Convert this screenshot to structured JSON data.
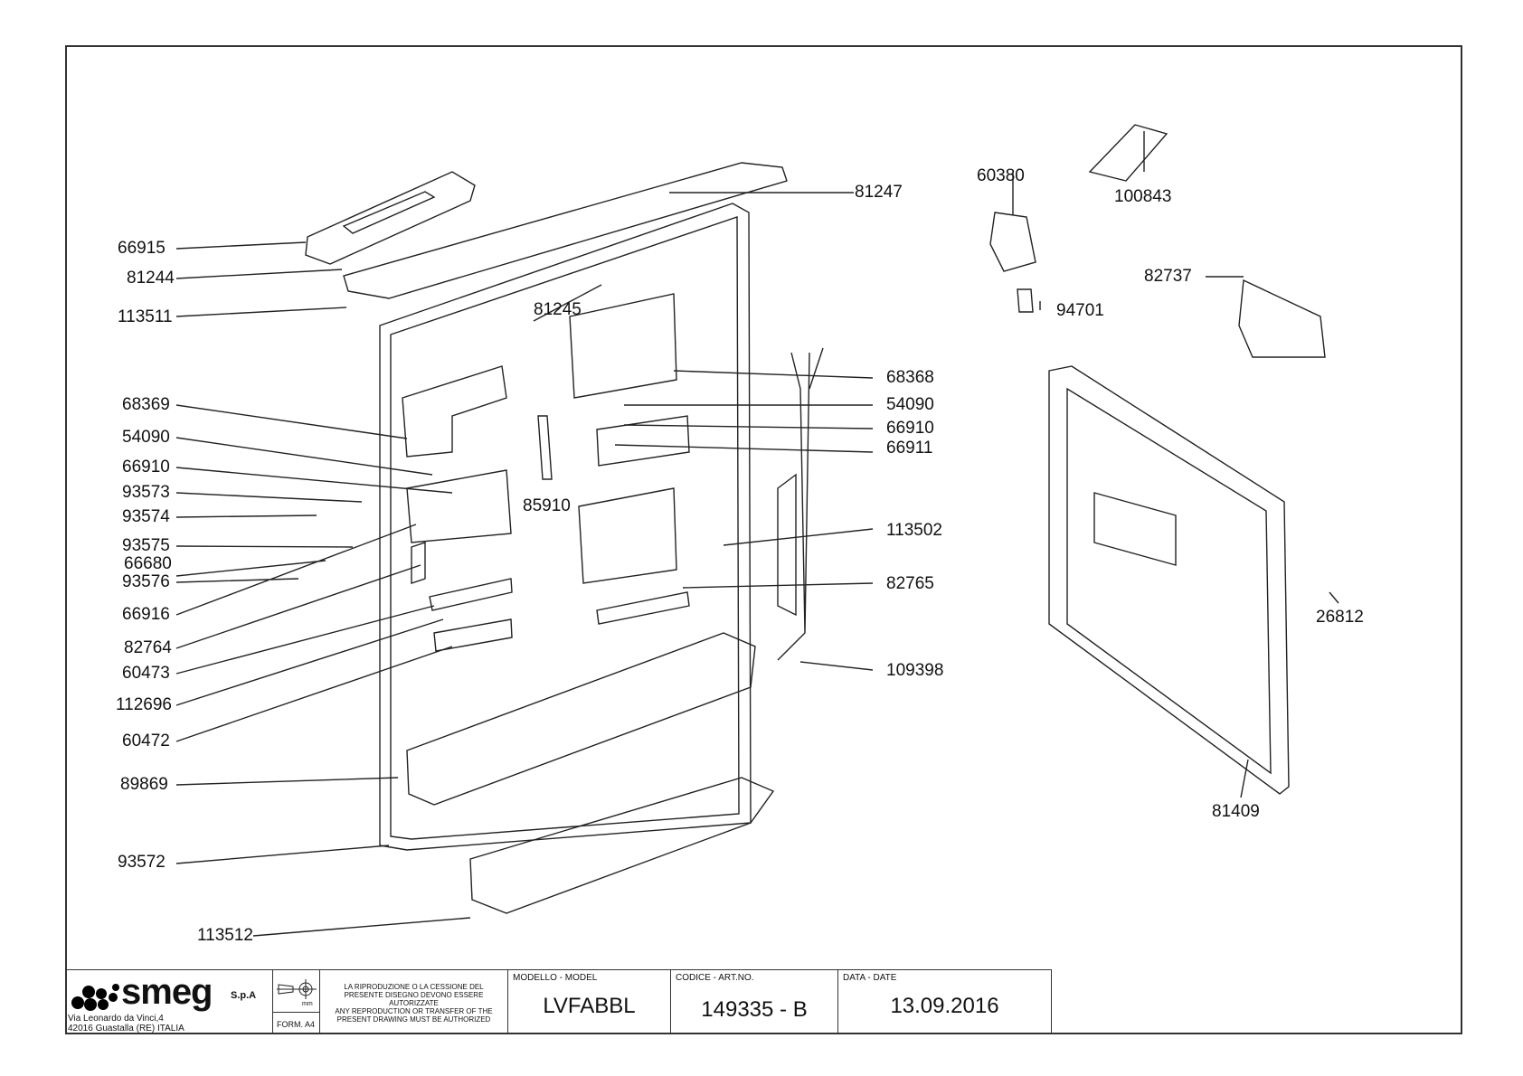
{
  "parts": {
    "p66915": "66915",
    "p81244": "81244",
    "p113511": "113511",
    "p81245": "81245",
    "p81247": "81247",
    "p68369": "68369",
    "p54090_left": "54090",
    "p66910_left": "66910",
    "p93573": "93573",
    "p93574": "93574",
    "p93575": "93575",
    "p66680": "66680",
    "p93576": "93576",
    "p66916": "66916",
    "p82764": "82764",
    "p60473": "60473",
    "p112696": "112696",
    "p60472": "60472",
    "p89869": "89869",
    "p93572": "93572",
    "p113512": "113512",
    "p85910": "85910",
    "p68368": "68368",
    "p54090_right": "54090",
    "p66910_right": "66910",
    "p66911": "66911",
    "p113502": "113502",
    "p82765": "82765",
    "p109398": "109398",
    "p60380": "60380",
    "p100843": "100843",
    "p82737": "82737",
    "p94701": "94701",
    "p26812": "26812",
    "p81409": "81409"
  },
  "title_block": {
    "company": "smeg",
    "company_suffix": "S.p.A",
    "address_line1": "Via Leonardo da Vinci,4",
    "address_line2": "42016  Guastalla (RE) ITALIA",
    "format": "FORM. A4",
    "unit": "mm",
    "notice_it": "LA RIPRODUZIONE O LA CESSIONE DEL PRESENTE DISEGNO DEVONO ESSERE AUTORIZZATE",
    "notice_en": "ANY REPRODUCTION OR TRANSFER OF THE PRESENT DRAWING MUST BE AUTHORIZED",
    "model_header": "MODELLO - MODEL",
    "model": "LVFABBL",
    "code_header": "CODICE - ART.NO.",
    "code": "149335 - B",
    "date_header": "DATA - DATE",
    "date": "13.09.2016"
  }
}
